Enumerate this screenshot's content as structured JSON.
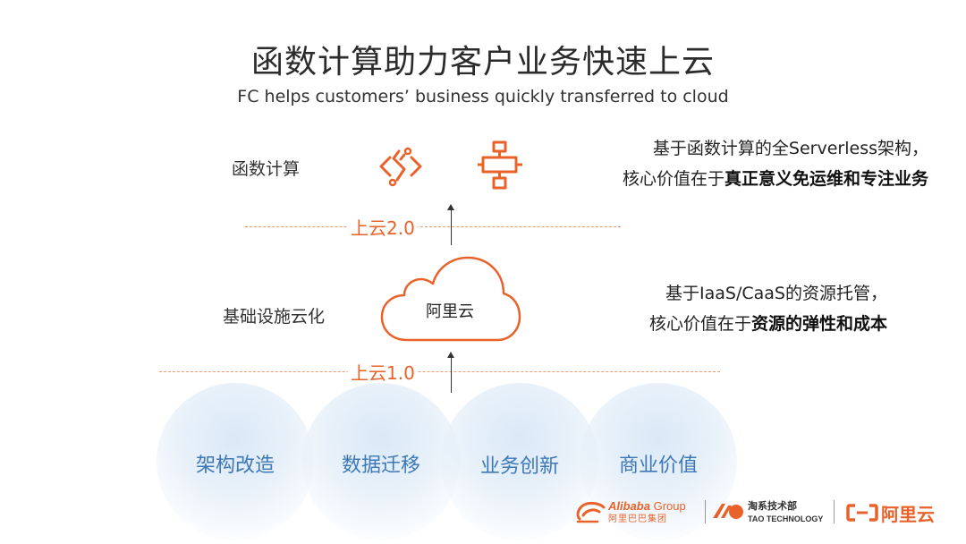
{
  "slide": {
    "title": "函数计算助力客户业务快速上云",
    "subtitle": "FC helps customers’ business quickly transferred to cloud"
  },
  "fc_row": {
    "label": "函数计算",
    "desc_line1": "基于函数计算的全Serverless架构，",
    "desc_line2_prefix": "核心价值在于",
    "desc_line2_bold": "真正意义免运维和专注业务"
  },
  "stage2": {
    "label": "上云2.0"
  },
  "infra_row": {
    "label": "基础设施云化",
    "cloud_label": "阿里云",
    "desc_line1": "基于IaaS/CaaS的资源托管，",
    "desc_line2_prefix": "核心价值在于",
    "desc_line2_bold": "资源的弹性和成本"
  },
  "stage1": {
    "label": "上云1.0"
  },
  "bubbles": [
    {
      "label": "架构改造"
    },
    {
      "label": "数据迁移"
    },
    {
      "label": "业务创新"
    },
    {
      "label": "商业价值"
    }
  ],
  "footer": {
    "alibaba_brand": "Alibaba",
    "alibaba_group": "Group",
    "alibaba_cn": "阿里巴巴集团",
    "tao_cn": "淘系技术部",
    "tao_en": "TAO TECHNOLOGY",
    "aliyun_cn": "阿里云"
  },
  "colors": {
    "accent_orange": "#e8622a",
    "bubble_text_blue": "#3d78b6",
    "dash_orange": "#ee9a6b"
  },
  "icons": [
    "fc-code-icon",
    "fc-flow-icon",
    "cloud-icon",
    "alibaba-logo-icon",
    "tao-logo-icon",
    "aliyun-logo-icon"
  ]
}
